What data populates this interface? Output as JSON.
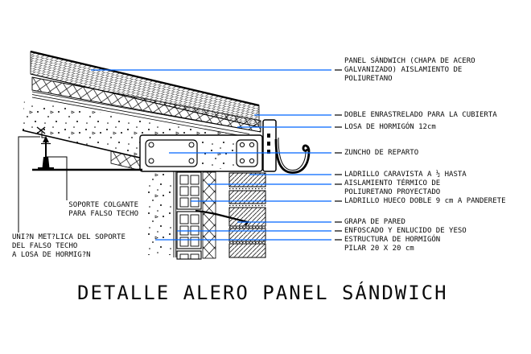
{
  "title": "DETALLE ALERO PANEL SÁNDWICH",
  "colors": {
    "leader_line": "#0066FF",
    "ink": "#000000",
    "background": "#FFFFFF"
  },
  "annotations": {
    "right": [
      {
        "id": "panel-sandwich",
        "text": "PANEL SÁNDWICH (CHAPA DE ACERO\nGALVANIZADO) AISLAMIENTO DE\nPOLIURETANO"
      },
      {
        "id": "doble-enrastrelado",
        "text": "DOBLE ENRASTRELADO PARA LA CUBIERTA"
      },
      {
        "id": "losa-hormigon",
        "text": "LOSA DE HORMIGÓN 12cm"
      },
      {
        "id": "zuncho",
        "text": "ZUNCHO DE REPARTO"
      },
      {
        "id": "ladrillo-caravista",
        "text": "LADRILLO CARAVISTA A ½ HASTA\nAISLAMIENTO TÉRMICO DE\nPOLIURETANO PROYECTADO"
      },
      {
        "id": "ladrillo-hueco",
        "text": "LADRILLO HUECO DOBLE 9 cm A PANDERETE"
      },
      {
        "id": "grapa",
        "text": "GRAPA DE PARED"
      },
      {
        "id": "enfoscado",
        "text": "ENFOSCADO Y ENLUCIDO DE YESO"
      },
      {
        "id": "estructura",
        "text": "ESTRUCTURA DE HORMIGÓN\nPILAR 20 X 20 cm"
      }
    ],
    "left": [
      {
        "id": "soporte-colgante",
        "text": "SOPORTE COLGANTE\nPARA FALSO TECHO"
      },
      {
        "id": "union-metalica",
        "text": "UNI?N MET?LICA DEL SOPORTE\nDEL FALSO TECHO\nA LOSA DE HORMIG?N"
      }
    ]
  }
}
